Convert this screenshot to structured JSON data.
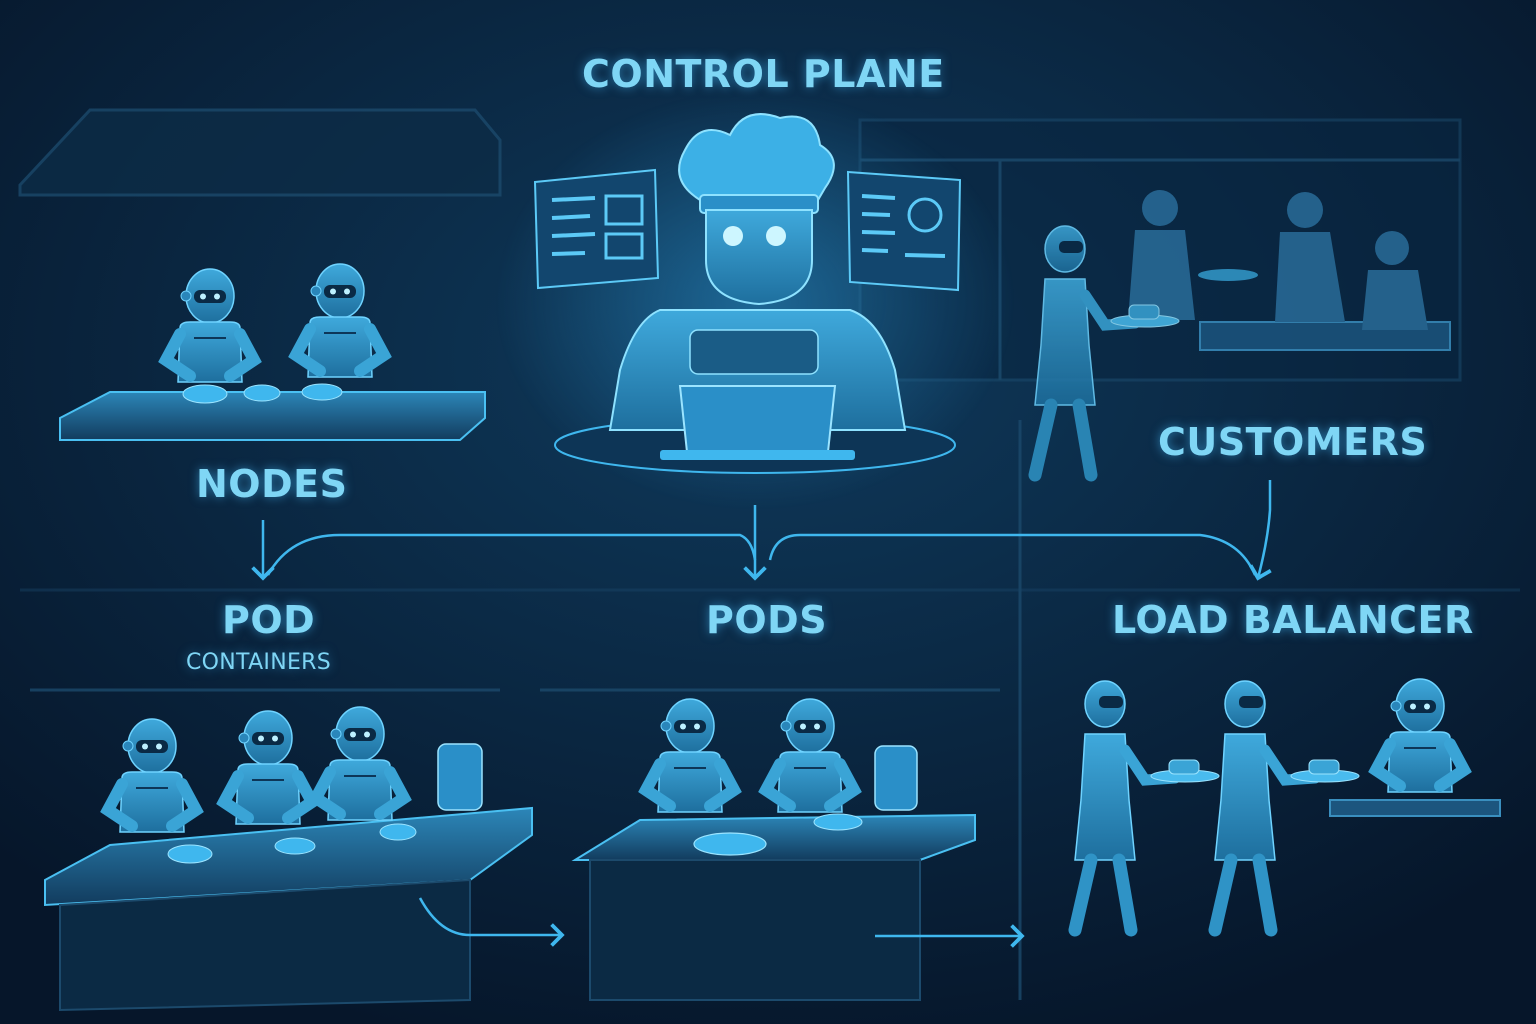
{
  "labels": {
    "control_plane": "CONTROL PLANE",
    "nodes": "NODES",
    "customers": "CUSTOMERS",
    "pod": "POD",
    "containers": "CONTAINERS",
    "pods": "PODS",
    "load_balancer": "LOAD BALANCER"
  },
  "colors": {
    "background": "#071a2c",
    "accent": "#3fb7ee",
    "label": "#7fd6f5"
  },
  "icons": [
    "chef-robot-icon",
    "robot-cook-icon",
    "robot-waiter-icon",
    "customer-silhouette-icon",
    "dashboard-screen-icon",
    "laptop-icon",
    "arrow-icon"
  ]
}
